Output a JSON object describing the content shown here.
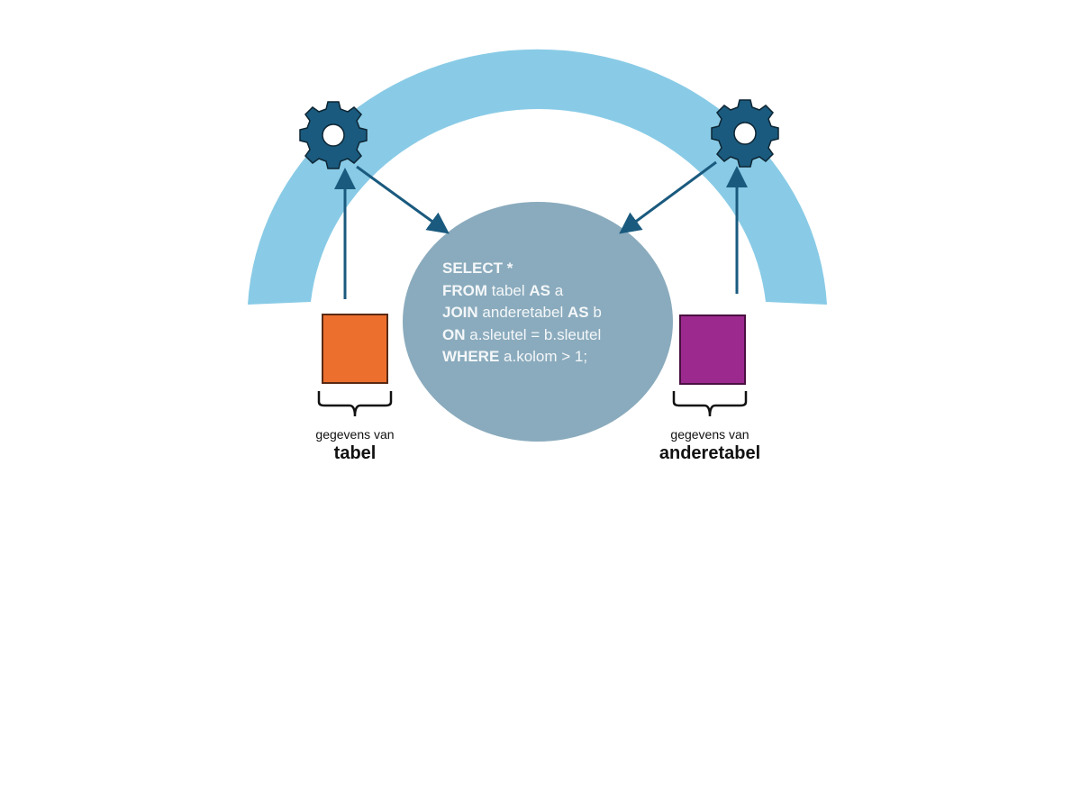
{
  "colors": {
    "arc": "#89cbe6",
    "gear": "#1a5a7e",
    "arrow": "#1a5a7e",
    "circle": "#8aabbd",
    "tabel": "#ec6f2d",
    "anderetabel": "#9c2a8e"
  },
  "sql": {
    "line1": {
      "kw": "SELECT",
      "rest": "*"
    },
    "line2": {
      "kw": "FROM",
      "mid": "tabel",
      "kw2": "AS",
      "rest": "a"
    },
    "line3": {
      "kw": "JOIN",
      "mid": "anderetabel",
      "kw2": "AS",
      "rest": "b"
    },
    "line4": {
      "kw": "ON",
      "rest": "a.sleutel = b.sleutel"
    },
    "line5": {
      "kw": "WHERE",
      "rest": "a.kolom > 1;"
    }
  },
  "left": {
    "caption": "gegevens van",
    "table": "tabel"
  },
  "right": {
    "caption": "gegevens van",
    "table": "anderetabel"
  },
  "icons": [
    "gear-icon",
    "gear-icon"
  ]
}
